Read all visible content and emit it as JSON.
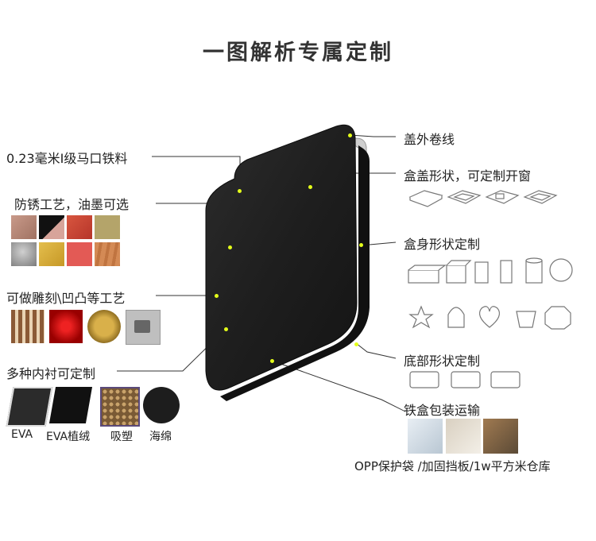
{
  "title": "一图解析专属定制",
  "left_labels": {
    "material": "0.23毫米I级马口铁料",
    "antirust": "防锈工艺，油墨可选",
    "craft": "可做雕刻\\凹凸等工艺",
    "lining": "多种内衬可定制"
  },
  "lining_items": [
    "EVA",
    "EVA植绒",
    "吸塑",
    "海绵"
  ],
  "right_labels": {
    "rim": "盖外卷线",
    "lid_shape": "盒盖形状，可定制开窗",
    "body_shape": "盒身形状定制",
    "bottom_shape": "底部形状定制",
    "packaging": "铁盒包装运输"
  },
  "packaging_caption": "OPP保护袋 /加固挡板/1w平方米仓库",
  "icons": [
    "lid-shape-icon",
    "box-shape-icon",
    "bottom-shape-icon"
  ]
}
